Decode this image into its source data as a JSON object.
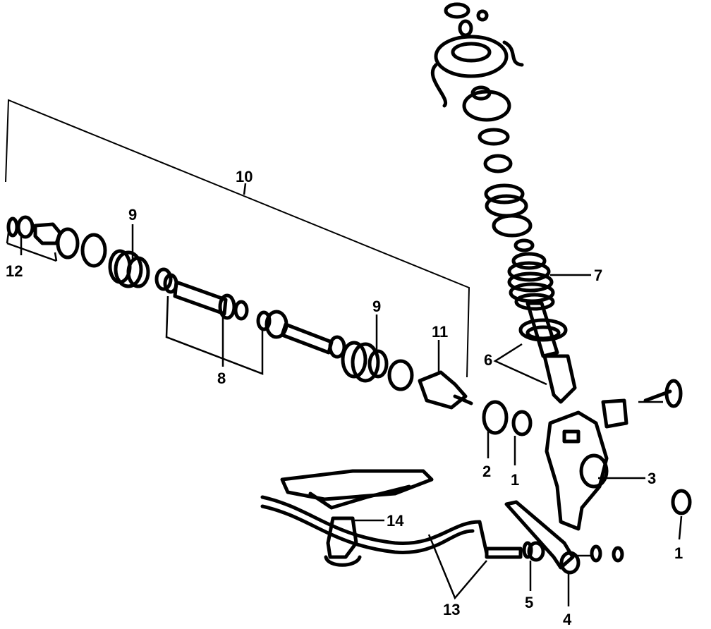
{
  "callouts": {
    "c1a": "1",
    "c1b": "1",
    "c2": "2",
    "c3": "3",
    "c4": "4",
    "c5": "5",
    "c6": "6",
    "c7": "7",
    "c8": "8",
    "c9a": "9",
    "c9b": "9",
    "c10": "10",
    "c11": "11",
    "c12": "12",
    "c13": "13",
    "c14": "14"
  },
  "colors": {
    "ink": "#000000",
    "paper": "#ffffff"
  }
}
